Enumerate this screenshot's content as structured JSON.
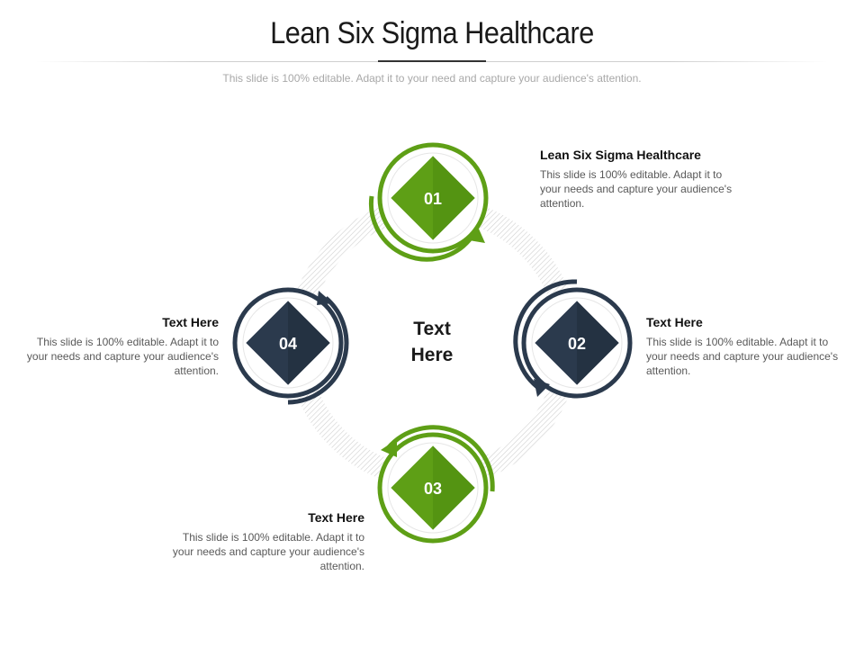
{
  "title": "Lean Six Sigma Healthcare",
  "subtitle": "This slide is 100% editable. Adapt it to your need and capture your audience's attention.",
  "center_text_line1": "Text",
  "center_text_line2": "Here",
  "colors": {
    "green": "#5e9f16",
    "dark": "#2b3a4d"
  },
  "steps": [
    {
      "number": "01",
      "heading": "Lean Six Sigma Healthcare",
      "body": "This slide is 100% editable. Adapt it to your needs and capture your audience's attention."
    },
    {
      "number": "02",
      "heading": "Text Here",
      "body": "This slide is 100% editable. Adapt it to your needs and capture your audience's attention."
    },
    {
      "number": "03",
      "heading": "Text Here",
      "body": "This slide is 100% editable. Adapt it to your needs and capture your audience's attention."
    },
    {
      "number": "04",
      "heading": "Text Here",
      "body": "This slide is 100% editable. Adapt it to your needs and capture your audience's attention."
    }
  ]
}
